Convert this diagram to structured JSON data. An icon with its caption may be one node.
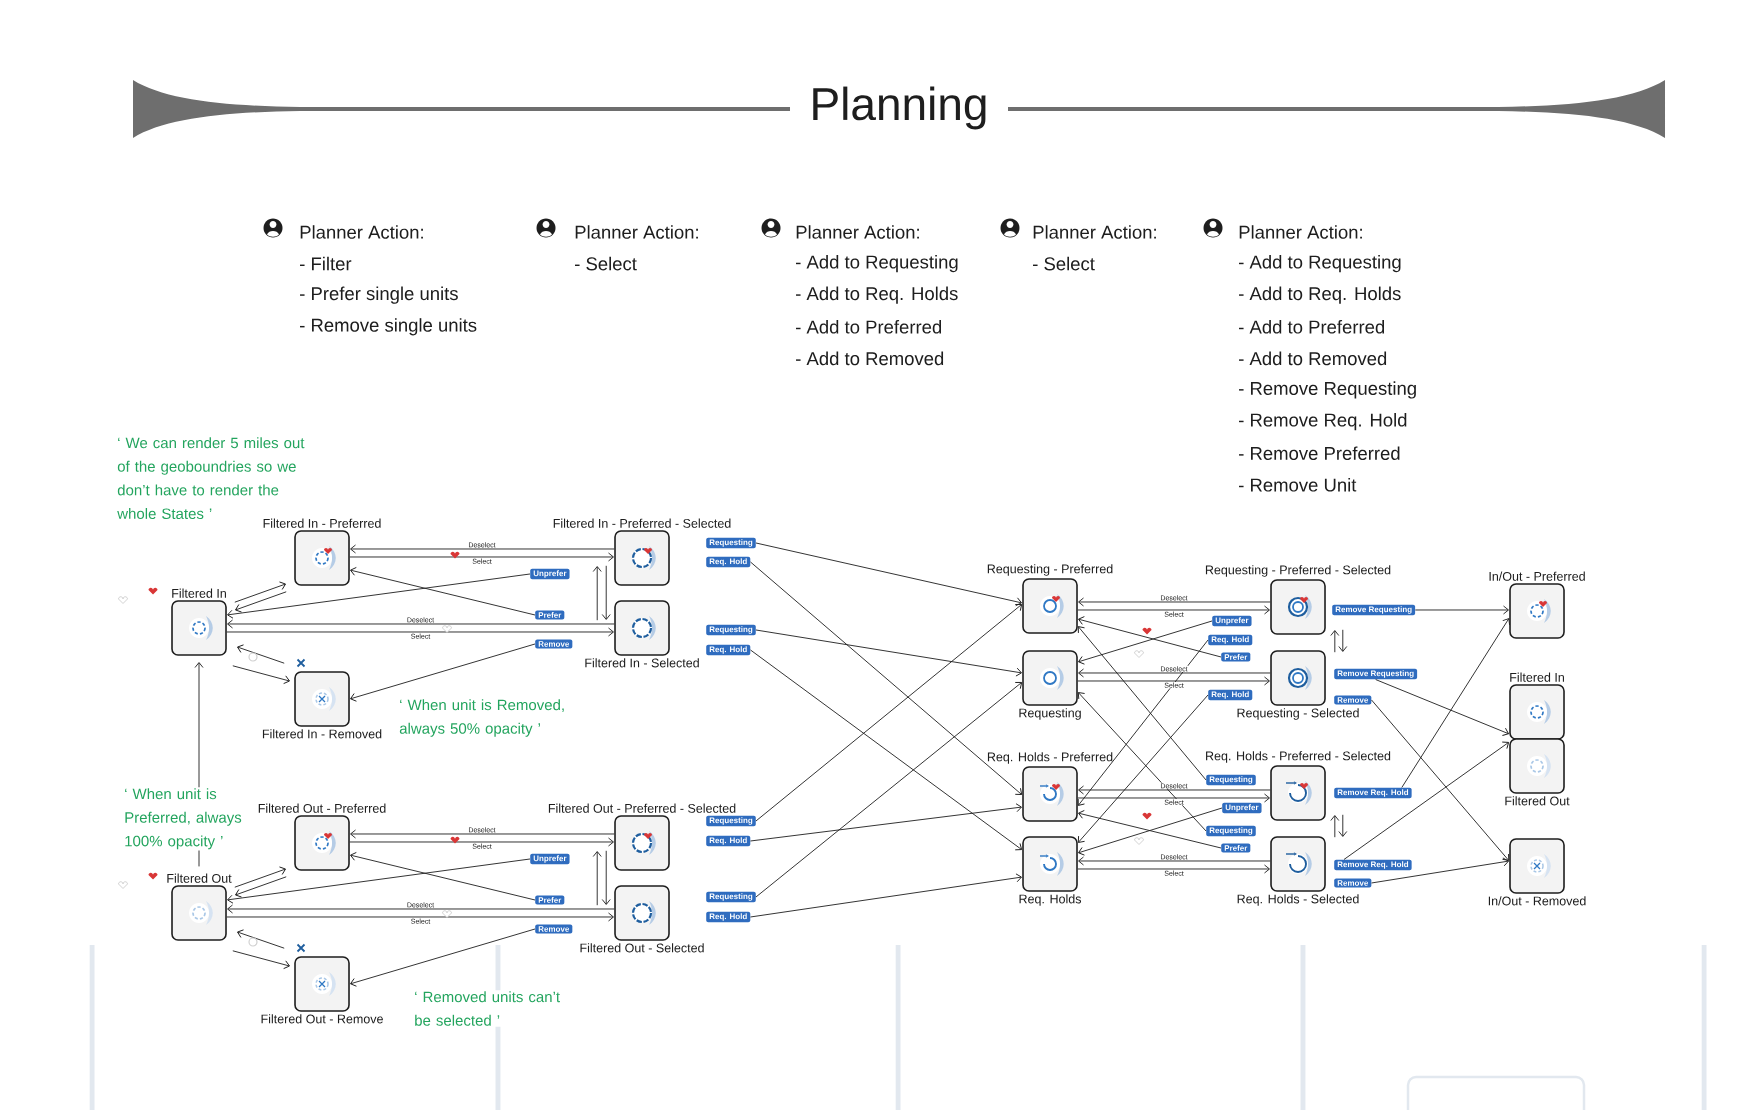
{
  "diagram": {
    "title": "Planning",
    "nodes": [
      {
        "text": [
          "Filtered In"
        ]
      },
      {
        "text": [
          "Filtered In - Preferred"
        ]
      },
      {
        "text": [
          "Filtered In - Removed"
        ]
      },
      {
        "text": [
          "Filtered In - Preferred - Selected"
        ]
      },
      {
        "text": [
          "Filtered In - Selected"
        ]
      },
      {
        "text": [
          "Unprefer"
        ]
      },
      {
        "text": [
          "Prefer"
        ]
      },
      {
        "text": [
          "Remove"
        ]
      },
      {
        "text": [
          "Requesting"
        ]
      },
      {
        "text": [
          "Req. Hold"
        ]
      },
      {
        "text": [
          "Requesting"
        ]
      },
      {
        "text": [
          "Req. Hold"
        ]
      },
      {
        "text": [
          "Filtered Out"
        ]
      },
      {
        "text": [
          "Filtered Out - Preferred"
        ]
      },
      {
        "text": [
          "Filtered Out - Remove"
        ]
      },
      {
        "text": [
          "Filtered Out - Preferred - Selected"
        ]
      },
      {
        "text": [
          "Filtered Out - Selected"
        ]
      },
      {
        "text": [
          "Unprefer"
        ]
      },
      {
        "text": [
          "Prefer"
        ]
      },
      {
        "text": [
          "Remove"
        ]
      },
      {
        "text": [
          "Requesting"
        ]
      },
      {
        "text": [
          "Req. Hold"
        ]
      },
      {
        "text": [
          "Requesting"
        ]
      },
      {
        "text": [
          "Req. Hold"
        ]
      },
      {
        "text": [
          "Requesting - Preferred"
        ]
      },
      {
        "text": [
          "Requesting"
        ]
      },
      {
        "text": [
          "Requesting - Preferred - Selected"
        ]
      },
      {
        "text": [
          "Requesting - Selected"
        ]
      },
      {
        "text": [
          "In/Out - Preferred"
        ]
      },
      {
        "text": [
          "Filtered In"
        ]
      },
      {
        "text": [
          "Filtered Out"
        ]
      },
      {
        "text": [
          "Req. Holds - Preferred"
        ]
      },
      {
        "text": [
          "Req. Holds"
        ]
      },
      {
        "text": [
          "Req. Holds - Preferred - Selected"
        ]
      },
      {
        "text": [
          "Req. Holds - Selected"
        ]
      },
      {
        "text": [
          "In/Out - Removed"
        ]
      },
      {
        "text": [
          "Unprefer"
        ]
      },
      {
        "text": [
          "Req. Hold"
        ]
      },
      {
        "text": [
          "Prefer"
        ]
      },
      {
        "text": [
          "Req. Hold"
        ]
      },
      {
        "text": [
          "Remove Requesting"
        ]
      },
      {
        "text": [
          "Remove Requesting"
        ]
      },
      {
        "text": [
          "Remove"
        ]
      },
      {
        "text": [
          "Requesting"
        ]
      },
      {
        "text": [
          "Unprefer"
        ]
      },
      {
        "text": [
          "Requesting"
        ]
      },
      {
        "text": [
          "Prefer"
        ]
      },
      {
        "text": [
          "Remove Req. Hold"
        ]
      },
      {
        "text": [
          "Remove Req. Hold"
        ]
      },
      {
        "text": [
          "Remove"
        ]
      }
    ],
    "edges": [
      {
        "from": 3,
        "to": 1,
        "arrow": "to",
        "label": "Deselect"
      },
      {
        "from": 1,
        "to": 3,
        "arrow": "to",
        "label": "Select"
      },
      {
        "from": 6,
        "to": 1,
        "arrow": "to"
      },
      {
        "from": 5,
        "to": 0,
        "arrow": "to"
      },
      {
        "from": 4,
        "to": 0,
        "arrow": "to",
        "label": "Deselect"
      },
      {
        "from": 0,
        "to": 4,
        "arrow": "to",
        "label": "Select"
      },
      {
        "from": 7,
        "to": 2,
        "arrow": "to"
      },
      {
        "from": 0,
        "to": 1,
        "arrow": "to"
      },
      {
        "from": 1,
        "to": 0,
        "arrow": "to"
      },
      {
        "from": 0,
        "to": 2,
        "arrow": "to"
      },
      {
        "from": 2,
        "to": 0,
        "arrow": "to"
      },
      {
        "from": 4,
        "to": 3,
        "arrow": "to"
      },
      {
        "from": 3,
        "to": 4,
        "arrow": "to"
      },
      {
        "from": 8,
        "to": 24,
        "arrow": "to"
      },
      {
        "from": 9,
        "to": 31,
        "arrow": "to"
      },
      {
        "from": 10,
        "to": 25,
        "arrow": "to"
      },
      {
        "from": 11,
        "to": 32,
        "arrow": "to"
      },
      {
        "from": 15,
        "to": 13,
        "arrow": "to",
        "label": "Deselect"
      },
      {
        "from": 13,
        "to": 15,
        "arrow": "to",
        "label": "Select"
      },
      {
        "from": 18,
        "to": 13,
        "arrow": "to"
      },
      {
        "from": 17,
        "to": 12,
        "arrow": "to"
      },
      {
        "from": 16,
        "to": 12,
        "arrow": "to",
        "label": "Deselect"
      },
      {
        "from": 12,
        "to": 16,
        "arrow": "to",
        "label": "Select"
      },
      {
        "from": 19,
        "to": 14,
        "arrow": "to"
      },
      {
        "from": 12,
        "to": 13,
        "arrow": "to"
      },
      {
        "from": 13,
        "to": 12,
        "arrow": "to"
      },
      {
        "from": 12,
        "to": 14,
        "arrow": "to"
      },
      {
        "from": 14,
        "to": 12,
        "arrow": "to"
      },
      {
        "from": 16,
        "to": 15,
        "arrow": "to"
      },
      {
        "from": 15,
        "to": 16,
        "arrow": "to"
      },
      {
        "from": 20,
        "to": 24,
        "arrow": "to"
      },
      {
        "from": 21,
        "to": 31,
        "arrow": "to"
      },
      {
        "from": 22,
        "to": 25,
        "arrow": "to"
      },
      {
        "from": 23,
        "to": 32,
        "arrow": "to"
      },
      {
        "from": 12,
        "to": 0,
        "arrow": "to"
      },
      {
        "from": 26,
        "to": 24,
        "arrow": "to",
        "label": "Deselect"
      },
      {
        "from": 24,
        "to": 26,
        "arrow": "to",
        "label": "Select"
      },
      {
        "from": 38,
        "to": 24,
        "arrow": "to"
      },
      {
        "from": 36,
        "to": 25,
        "arrow": "to"
      },
      {
        "from": 27,
        "to": 25,
        "arrow": "to",
        "label": "Deselect"
      },
      {
        "from": 25,
        "to": 27,
        "arrow": "to",
        "label": "Select"
      },
      {
        "from": 27,
        "to": 26,
        "arrow": "to"
      },
      {
        "from": 26,
        "to": 27,
        "arrow": "to"
      },
      {
        "from": 37,
        "to": 31,
        "arrow": "to"
      },
      {
        "from": 39,
        "to": 32,
        "arrow": "to"
      },
      {
        "from": 43,
        "to": 24,
        "arrow": "to"
      },
      {
        "from": 45,
        "to": 25,
        "arrow": "to"
      },
      {
        "from": 33,
        "to": 31,
        "arrow": "to",
        "label": "Deselect"
      },
      {
        "from": 31,
        "to": 33,
        "arrow": "to",
        "label": "Select"
      },
      {
        "from": 46,
        "to": 31,
        "arrow": "to"
      },
      {
        "from": 44,
        "to": 32,
        "arrow": "to"
      },
      {
        "from": 34,
        "to": 32,
        "arrow": "to",
        "label": "Deselect"
      },
      {
        "from": 32,
        "to": 34,
        "arrow": "to",
        "label": "Select"
      },
      {
        "from": 34,
        "to": 33,
        "arrow": "to"
      },
      {
        "from": 33,
        "to": 34,
        "arrow": "to"
      },
      {
        "from": 40,
        "to": 28,
        "arrow": "to"
      },
      {
        "from": 41,
        "to": 29,
        "arrow": "to"
      },
      {
        "from": 42,
        "to": 35,
        "arrow": "to"
      },
      {
        "from": 47,
        "to": 28,
        "arrow": "to"
      },
      {
        "from": 48,
        "to": 30,
        "arrow": "to"
      },
      {
        "from": 49,
        "to": 35,
        "arrow": "to"
      }
    ],
    "labels": [
      "Planner Action:",
      "- Filter",
      "- Prefer single units",
      "- Remove single units",
      "Planner Action:",
      "- Select",
      "Planner Action:",
      "- Add to Requesting",
      "- Add to Req. Holds",
      "- Add to Preferred",
      "- Add to Removed",
      "Planner Action:",
      "- Select",
      "Planner Action:",
      "- Add to Requesting",
      "- Add to Req. Holds",
      "- Add to Preferred",
      "- Add to Removed",
      "- Remove Requesting",
      "- Remove Req. Hold",
      "- Remove Preferred",
      "- Remove Unit",
      "‘ We can render 5 miles out of the geoboundries so we don’t have to render the whole States ’",
      "‘ When unit is Removed, always 50% opacity ’",
      "‘ When unit is Preferred, always 100% opacity ’",
      "‘ Removed units can’t be selected ’"
    ]
  }
}
